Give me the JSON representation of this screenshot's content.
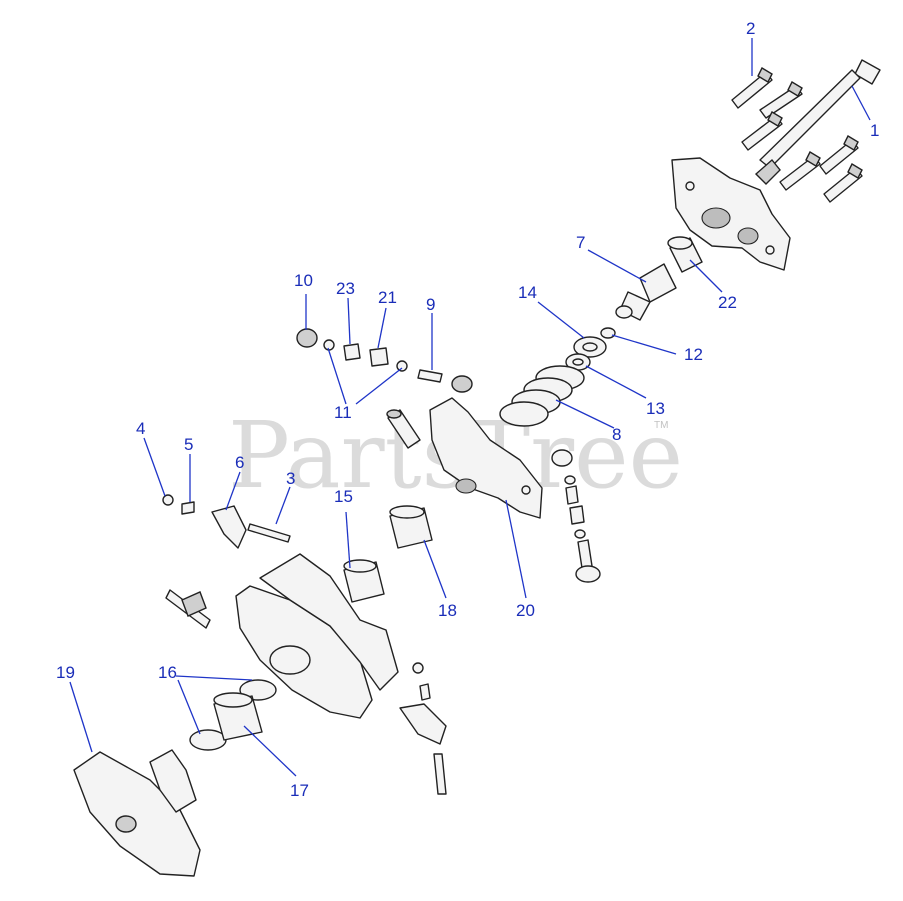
{
  "watermark": {
    "text": "PartsTree",
    "tm": "TM"
  },
  "callouts": {
    "c1": "1",
    "c2": "2",
    "c3": "3",
    "c4": "4",
    "c5": "5",
    "c6": "6",
    "c7": "7",
    "c8": "8",
    "c9": "9",
    "c10": "10",
    "c11": "11",
    "c12": "12",
    "c13": "13",
    "c14": "14",
    "c15": "15",
    "c16": "16",
    "c17": "17",
    "c18": "18",
    "c19": "19",
    "c20": "20",
    "c21": "21",
    "c22": "22",
    "c23": "23"
  },
  "colors": {
    "callout": "#1a2db8",
    "leader": "#1f35c8",
    "watermark": "#cfcfcf"
  }
}
